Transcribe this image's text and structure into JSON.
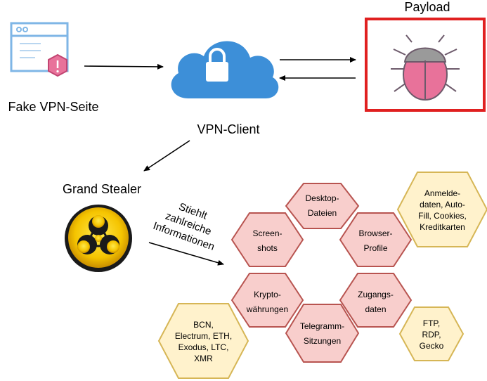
{
  "nodes": {
    "fake_site": "Fake VPN-Seite",
    "vpn_client": "VPN-Client",
    "payload": "Payload",
    "grand_stealer": "Grand Stealer"
  },
  "edge_label": {
    "line1": "Stiehlt",
    "line2": "zahlreiche",
    "line3": "Informationen"
  },
  "hexagons": {
    "desktop": {
      "line1": "Desktop-",
      "line2": "Dateien"
    },
    "screenshots": {
      "line1": "Screen-",
      "line2": "shots"
    },
    "browser": {
      "line1": "Browser-",
      "line2": "Profile"
    },
    "krypto": {
      "line1": "Krypto-",
      "line2": "währungen"
    },
    "zugang": {
      "line1": "Zugangs-",
      "line2": "daten"
    },
    "telegram": {
      "line1": "Telegramm-",
      "line2": "Sitzungen"
    }
  },
  "notes": {
    "browser_details": [
      "Anmelde-",
      "daten, Auto-",
      "Fill, Cookies,",
      "Kreditkarten"
    ],
    "ftp_details": [
      "FTP,",
      "RDP,",
      "Gecko"
    ],
    "crypto_details": [
      "BCN,",
      "Electrum, ETH,",
      "Exodus, LTC,",
      "XMR"
    ]
  },
  "colors": {
    "hex_fill": "#f8cecc",
    "hex_stroke": "#b85450",
    "note_fill": "#fff2cc",
    "note_stroke": "#d6b656",
    "cloud": "#3d8fd8",
    "payload_border": "#e02020",
    "bug_body": "#e8729a",
    "bug_head": "#9a9a9a",
    "biohazard_ring": "#f5c400"
  }
}
